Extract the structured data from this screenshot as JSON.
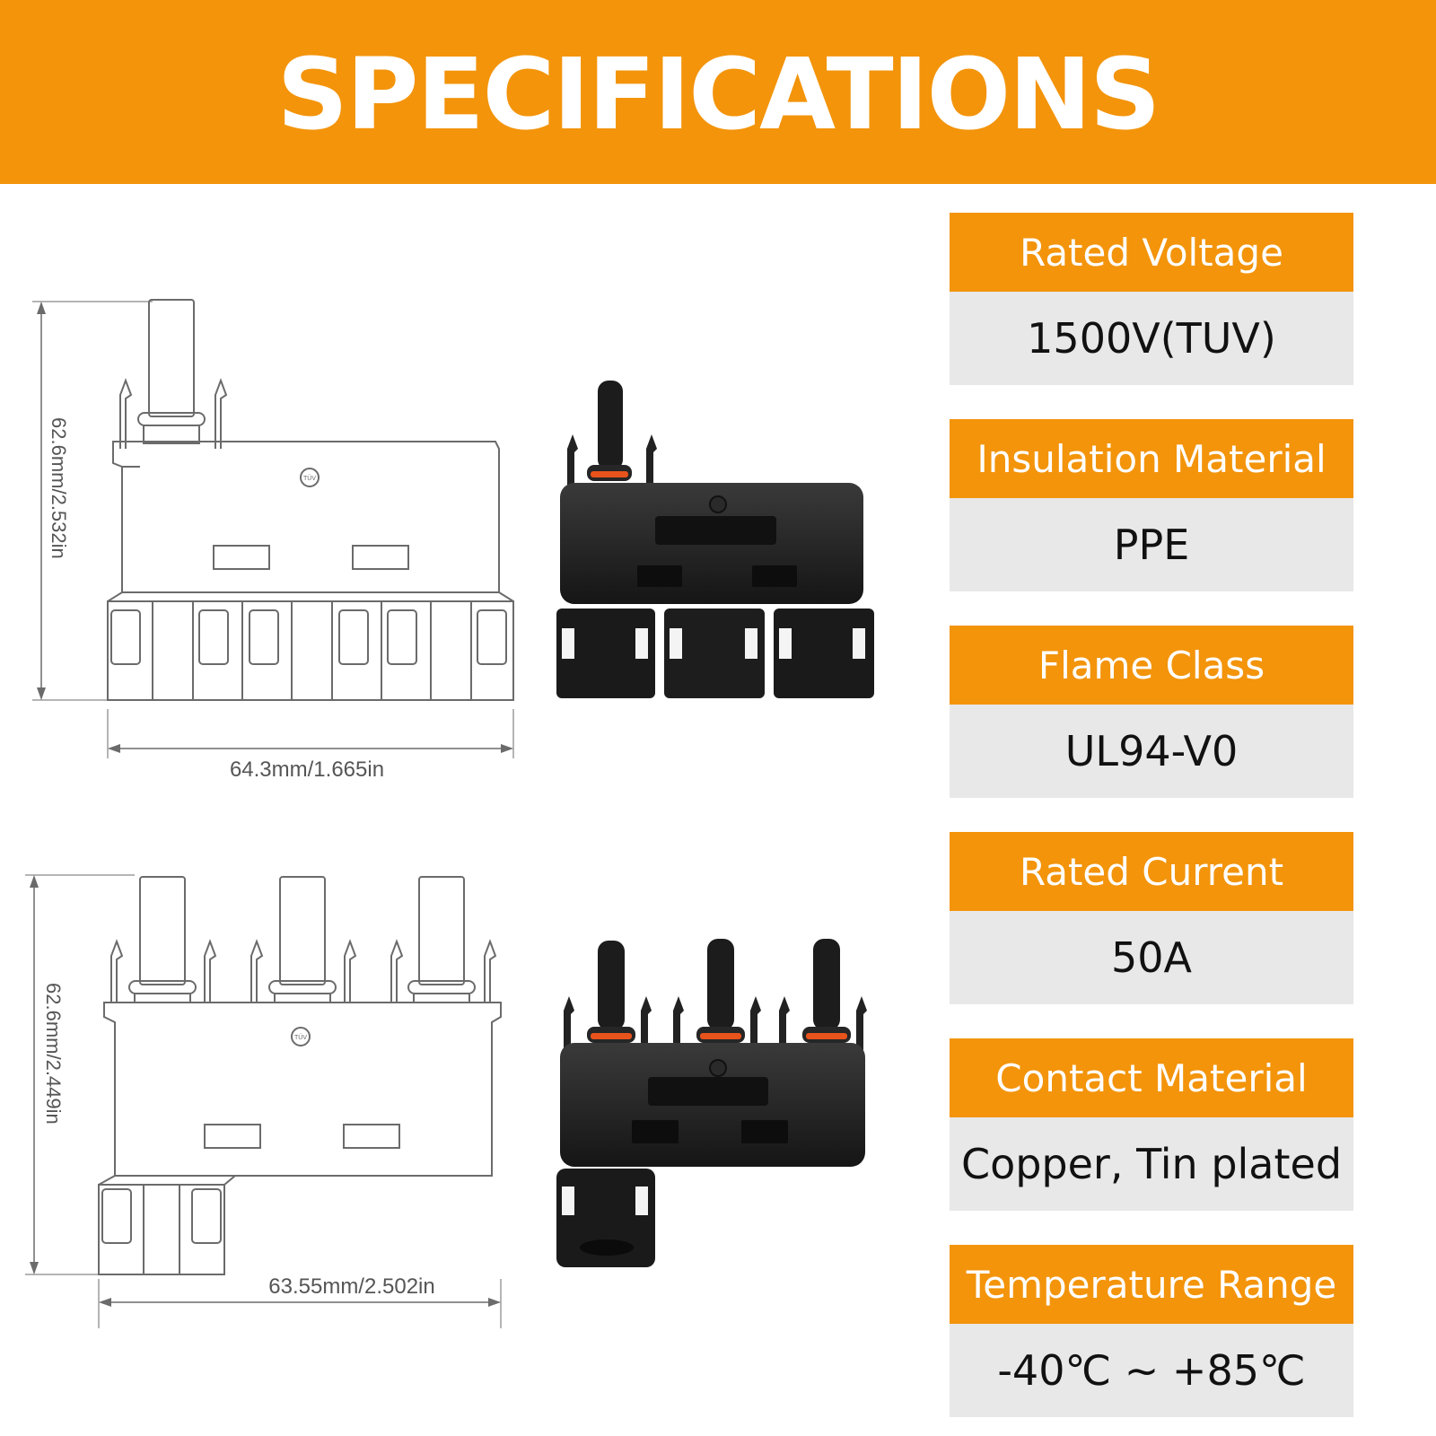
{
  "banner": {
    "title": "SPECIFICATIONS"
  },
  "colors": {
    "accent": "#f3940b",
    "value_bg": "#e8e8e8",
    "line": "#6b6b6b",
    "connector": "#1f1f1f",
    "seal": "#e8531c"
  },
  "specs": [
    {
      "label": "Rated Voltage",
      "value": "1500V(TUV)"
    },
    {
      "label": "Insulation Material",
      "value": "PPE"
    },
    {
      "label": "Flame Class",
      "value": "UL94-V0"
    },
    {
      "label": "Rated Current",
      "value": "50A"
    },
    {
      "label": "Contact Material",
      "value": "Copper, Tin plated"
    },
    {
      "label": "Temperature Range",
      "value": "-40℃ ~ +85℃"
    }
  ],
  "drawings": {
    "top": {
      "height_label": "62.6mm/2.532in",
      "width_label": "64.3mm/1.665in",
      "logo": "TÜV"
    },
    "bottom": {
      "height_label": "62.6mm/2.449in",
      "width_label": "63.55mm/2.502in",
      "logo": "TÜV"
    }
  },
  "icons": {
    "drawing_top": "connector-1-to-3-drawing",
    "drawing_bottom": "connector-3-to-1-drawing",
    "photo_top": "connector-1-to-3-photo",
    "photo_bottom": "connector-3-to-1-photo"
  }
}
